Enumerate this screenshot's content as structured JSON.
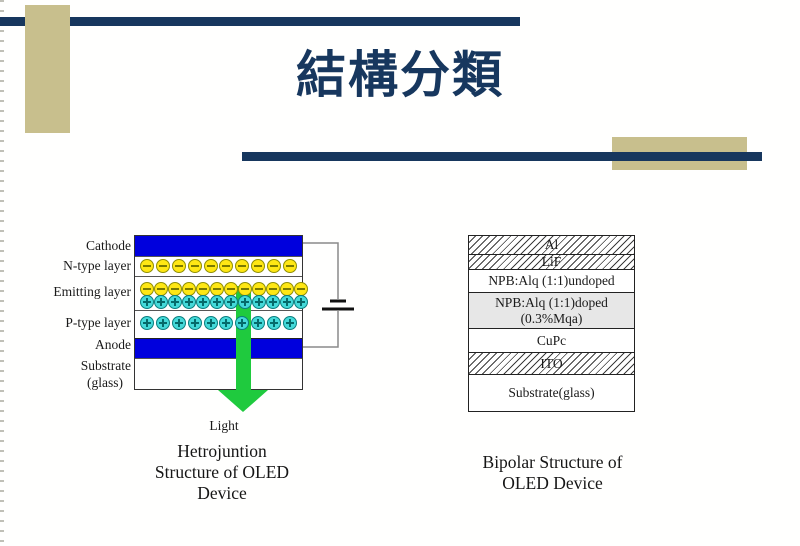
{
  "title": "結構分類",
  "colors": {
    "navy": "#17375E",
    "tan": "#C8BF8D",
    "blue": "#0000DD",
    "yellow": "#FFE714",
    "cyan": "#44D9D9",
    "green": "#1FCA3E",
    "doped": "#E7E7E7"
  },
  "hetero": {
    "labels": [
      "Cathode",
      "N-type layer",
      "Emitting layer",
      "P-type layer",
      "Anode",
      "Substrate",
      "(glass)"
    ],
    "particles": {
      "n_type": {
        "kind": "electron",
        "count": 10
      },
      "emitting_top": {
        "kind": "electron",
        "count": 12
      },
      "emitting_bottom": {
        "kind": "hole",
        "count": 12
      },
      "p_type": {
        "kind": "hole",
        "count": 10
      }
    },
    "light_label": "Light",
    "caption_lines": [
      "Hetrojuntion",
      "Structure of OLED",
      "Device"
    ]
  },
  "bipolar": {
    "layers": [
      {
        "text": "Al",
        "fill": "hatch"
      },
      {
        "text": "LiF",
        "fill": "hatch"
      },
      {
        "text": "NPB:Alq (1:1)undoped",
        "fill": "white"
      },
      {
        "text": "NPB:Alq (1:1)doped",
        "text2": "(0.3%Mqa)",
        "fill": "gray"
      },
      {
        "text": "CuPc",
        "fill": "white"
      },
      {
        "text": "ITO",
        "fill": "hatch"
      },
      {
        "text": "Substrate(glass)",
        "fill": "white"
      }
    ],
    "caption_lines": [
      "Bipolar Structure of",
      "OLED Device"
    ]
  }
}
